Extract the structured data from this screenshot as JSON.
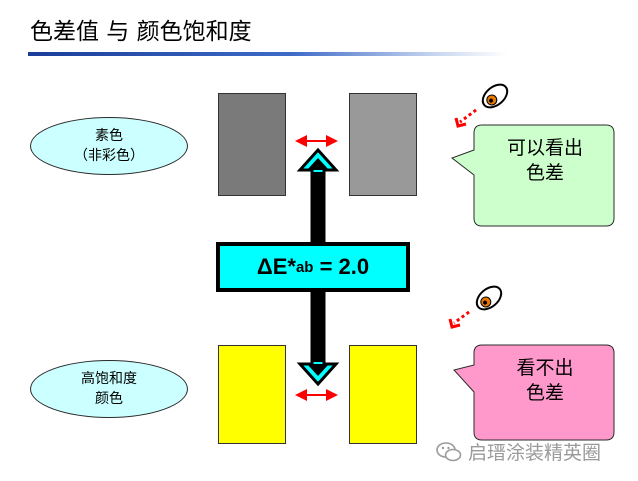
{
  "title": "色差值 与 颜色饱和度",
  "gray_label": {
    "line1": "素色",
    "line2": "（非彩色）"
  },
  "vivid_label": {
    "line1": "高饱和度",
    "line2": "颜色"
  },
  "formula": {
    "delta": "Δ",
    "main": "E*",
    "sub": "ab",
    "rest": " = 2.0"
  },
  "callout_top": {
    "line1": "可以看出",
    "line2": "色差"
  },
  "callout_bottom": {
    "line1": "看不出",
    "line2": "色差"
  },
  "watermark": "启瑨涂装精英圈",
  "colors": {
    "gray_left": "#7a7a7a",
    "gray_right": "#999999",
    "yellow": "#ffff00",
    "formula_bg": "#00ffff",
    "callout_top_bg": "#ccffcc",
    "callout_bottom_bg": "#ff99cc",
    "ellipse_bg": "#ccffff",
    "double_arrow": "#ff0000"
  },
  "icons": [
    "eye-icon",
    "gaze-line-icon",
    "double-arrow-icon",
    "vertical-double-arrow-icon",
    "wechat-icon"
  ]
}
